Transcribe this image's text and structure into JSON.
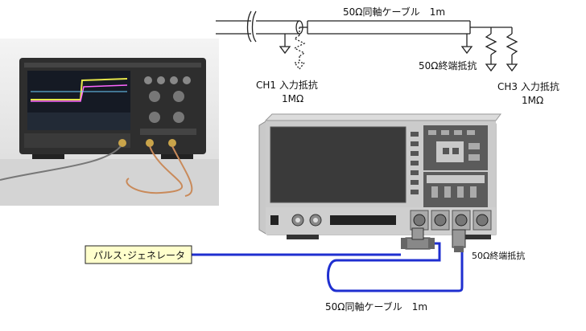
{
  "schematic": {
    "cable_label": "50Ω同軸ケーブル　1m",
    "termination_label": "50Ω終端抵抗",
    "ch1_label_line1": "CH1 入力抵抗",
    "ch1_label_line2": "1MΩ",
    "ch3_label_line1": "CH3 入力抵抗",
    "ch3_label_line2": "1MΩ"
  },
  "wiring": {
    "generator_label": "パルス･ジェネレータ",
    "termination_label": "50Ω終端抵抗",
    "cable_label": "50Ω同軸ケーブル　1m"
  },
  "colors": {
    "cable_blue": "#1f2fd0",
    "scope_body": "#c9c9c9",
    "scope_dark": "#5b5b5b",
    "screen": "#3b3b3b",
    "generator_box": "#ffffcc"
  },
  "photo": {
    "description_icon": "oscilloscope-photo"
  }
}
